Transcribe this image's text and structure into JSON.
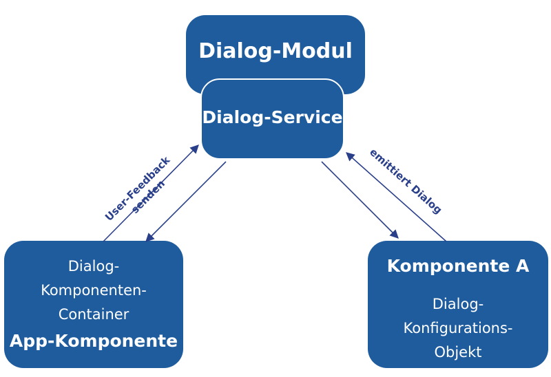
{
  "nodes": {
    "modul": {
      "title": "Dialog-Modul"
    },
    "service": {
      "title": "Dialog-Service"
    },
    "app": {
      "title": "App-Komponente",
      "subtitle_lines": [
        "Dialog-",
        "Komponenten-",
        "Container"
      ]
    },
    "komp": {
      "title": "Komponente A",
      "subtitle_lines": [
        "Dialog-",
        "Konfigurations-",
        "Objekt"
      ]
    }
  },
  "edges": {
    "feedback": {
      "line1": "User-Feedback",
      "line2": "senden"
    },
    "emit": {
      "label": "emittiert Dialog"
    }
  },
  "colors": {
    "box": "#1f5c9e",
    "arrow": "#2a3f8a",
    "text": "#ffffff"
  }
}
